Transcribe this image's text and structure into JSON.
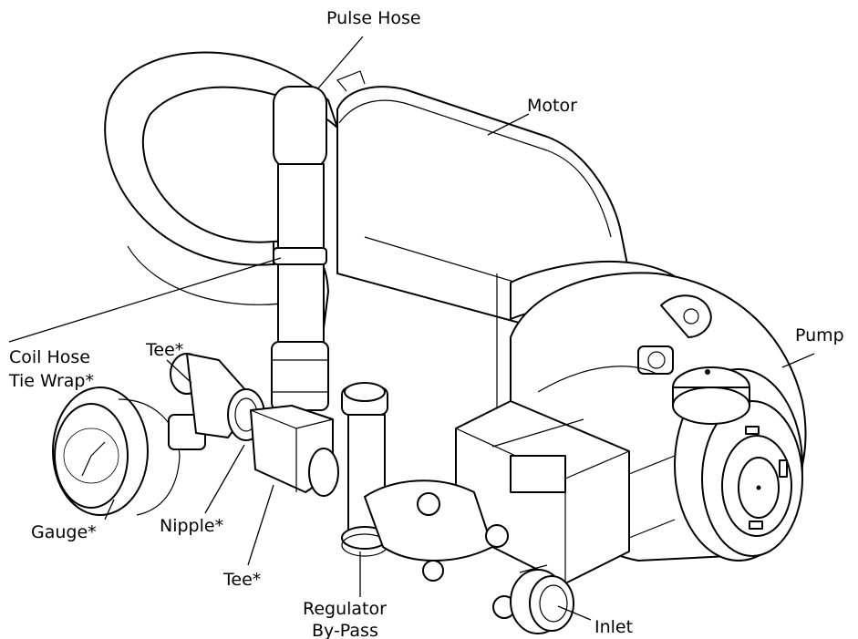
{
  "labels": {
    "pulse_hose": "Pulse Hose",
    "motor": "Motor",
    "pump": "Pump",
    "coil_hose_line1": "Coil Hose",
    "coil_hose_line2": "Tie Wrap*",
    "tee_top": "Tee*",
    "gauge": "Gauge*",
    "nipple": "Nipple*",
    "tee_bottom": "Tee*",
    "regulator_line1": "Regulator",
    "regulator_line2": "By-Pass",
    "inlet": "Inlet"
  }
}
